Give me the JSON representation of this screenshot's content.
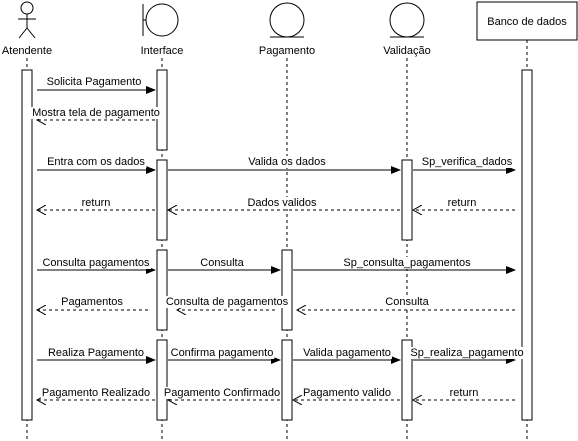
{
  "participants": [
    {
      "id": "atendente",
      "label": "Atendente",
      "kind": "actor"
    },
    {
      "id": "interface",
      "label": "Interface",
      "kind": "boundary"
    },
    {
      "id": "pagamento",
      "label": "Pagamento",
      "kind": "entity"
    },
    {
      "id": "validacao",
      "label": "Validação",
      "kind": "entity"
    },
    {
      "id": "banco",
      "label": "Banco de dados",
      "kind": "box"
    }
  ],
  "messages": [
    {
      "text": "Solicita Pagamento",
      "type": "sync"
    },
    {
      "text": "Mostra tela de pagamento",
      "type": "return"
    },
    {
      "text": "Entra com os dados",
      "type": "sync"
    },
    {
      "text": "Valida os dados",
      "type": "sync"
    },
    {
      "text": "Sp_verifica_dados",
      "type": "sync"
    },
    {
      "text": "return",
      "type": "return"
    },
    {
      "text": "Dados validos",
      "type": "return"
    },
    {
      "text": "return",
      "type": "return"
    },
    {
      "text": "Consulta pagamentos",
      "type": "sync"
    },
    {
      "text": "Consulta",
      "type": "sync"
    },
    {
      "text": "Sp_consulta_pagamentos",
      "type": "sync"
    },
    {
      "text": "Pagamentos",
      "type": "return"
    },
    {
      "text": "Consulta de pagamentos",
      "type": "return"
    },
    {
      "text": "Consulta",
      "type": "return"
    },
    {
      "text": "Realiza Pagamento",
      "type": "sync"
    },
    {
      "text": "Confirma pagamento",
      "type": "sync"
    },
    {
      "text": "Valida pagamento",
      "type": "sync"
    },
    {
      "text": "Sp_realiza_pagamento",
      "type": "sync"
    },
    {
      "text": "Pagamento Realizado",
      "type": "return"
    },
    {
      "text": "Pagamento Confirmado",
      "type": "return"
    },
    {
      "text": "Pagamento valido",
      "type": "return"
    },
    {
      "text": "return",
      "type": "return"
    }
  ]
}
